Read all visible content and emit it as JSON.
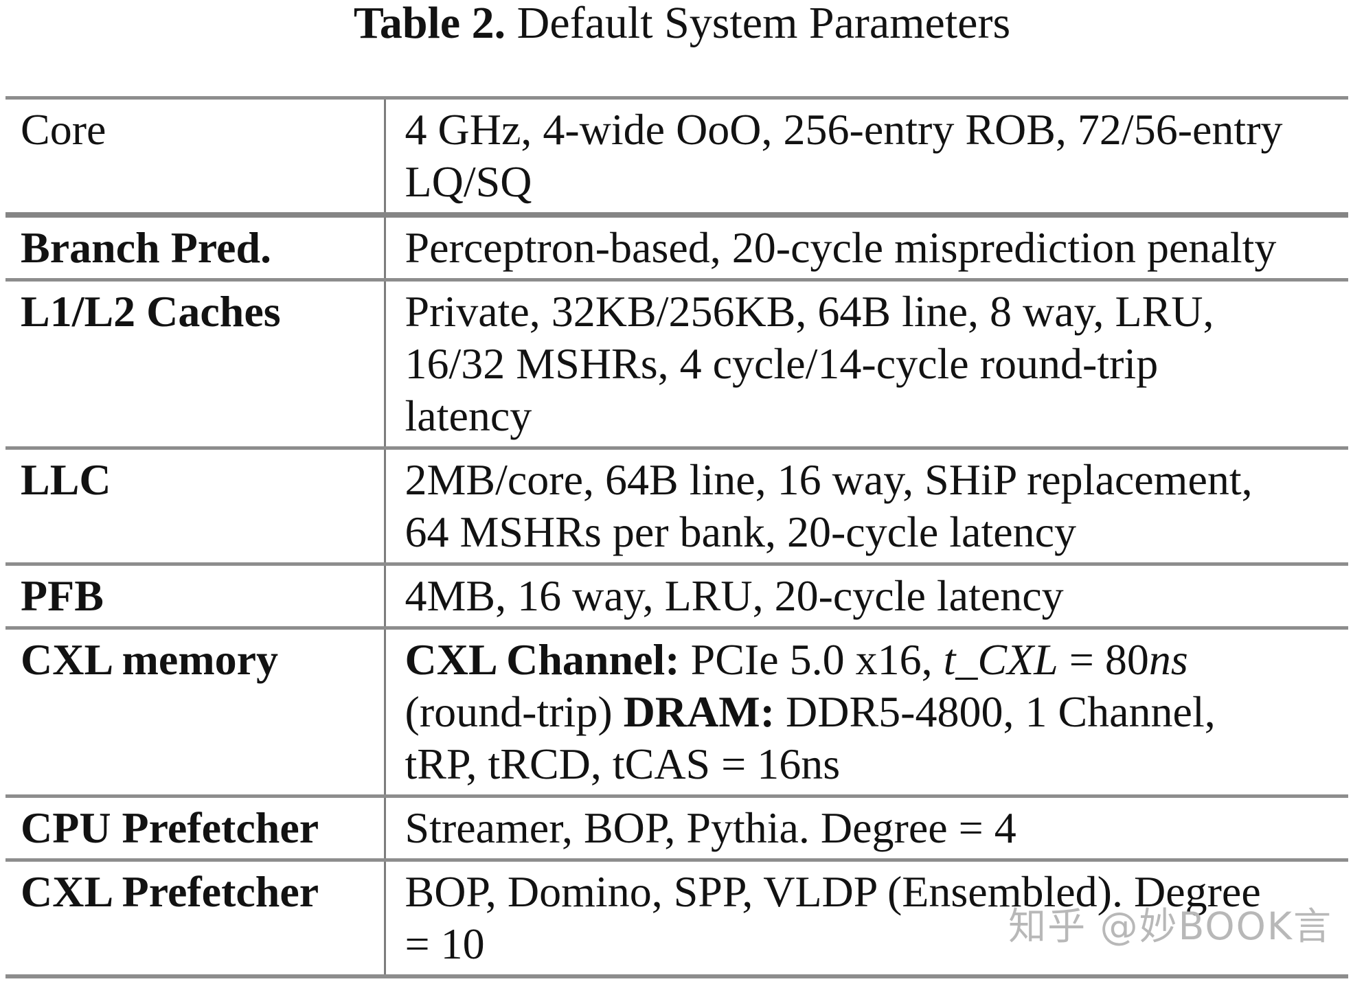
{
  "title": {
    "label": "Table 2.",
    "text": " Default System Parameters"
  },
  "table": {
    "rows": [
      {
        "param": "Core",
        "value": "4 GHz, 4-wide OoO, 256-entry ROB, 72/56-entry\nLQ/SQ"
      },
      {
        "param": "Branch Pred.",
        "value": "Perceptron-based, 20-cycle misprediction penalty"
      },
      {
        "param": "L1/L2 Caches",
        "value": "Private, 32KB/256KB, 64B line, 8 way, LRU,\n16/32 MSHRs, 4 cycle/14-cycle round-trip\nlatency"
      },
      {
        "param": "LLC",
        "value": "2MB/core, 64B line, 16 way, SHiP replacement,\n64 MSHRs per bank, 20-cycle latency"
      },
      {
        "param": "PFB",
        "value": "4MB, 16 way, LRU, 20-cycle latency"
      },
      {
        "param": "CXL memory",
        "segments": [
          {
            "text": "CXL Channel:",
            "style": "bold"
          },
          {
            "text": " PCIe 5.0 x16, ",
            "style": "normal"
          },
          {
            "text": "t_CXL",
            "style": "italic"
          },
          {
            "text": " = 80",
            "style": "normal"
          },
          {
            "text": "ns",
            "style": "italic"
          },
          {
            "text": "\n(round-trip) ",
            "style": "normal"
          },
          {
            "text": "DRAM:",
            "style": "bold"
          },
          {
            "text": " DDR5-4800, 1 Channel,\ntRP, tRCD, tCAS = 16ns",
            "style": "normal"
          }
        ]
      },
      {
        "param": "CPU Prefetcher",
        "value": "Streamer, BOP, Pythia. Degree = 4"
      },
      {
        "param": "CXL Prefetcher",
        "value": "BOP, Domino, SPP, VLDP (Ensembled). Degree\n= 10"
      }
    ]
  },
  "watermark": {
    "text": "知乎 @妙BOOK言",
    "color": "#b8b8b8"
  },
  "colors": {
    "rule_gray": "#8d8d8d",
    "divider_gray": "#7d7d7d",
    "text": "#121212"
  }
}
